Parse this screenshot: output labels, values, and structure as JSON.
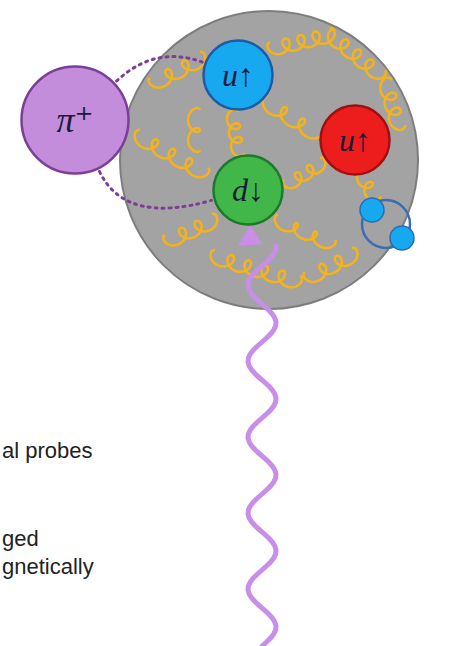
{
  "diagram": {
    "nodes": [
      {
        "text": [
          "π⁺"
        ]
      },
      {
        "text": [
          "u↑"
        ]
      },
      {
        "text": [
          "u↑"
        ]
      },
      {
        "text": [
          "d↓"
        ]
      }
    ],
    "edges": [
      {
        "from": 0,
        "to": 1,
        "arrow": "none"
      },
      {
        "from": 0,
        "to": 3,
        "arrow": "none"
      }
    ],
    "labels": [
      "al probes",
      "ged",
      "gnetically"
    ]
  }
}
